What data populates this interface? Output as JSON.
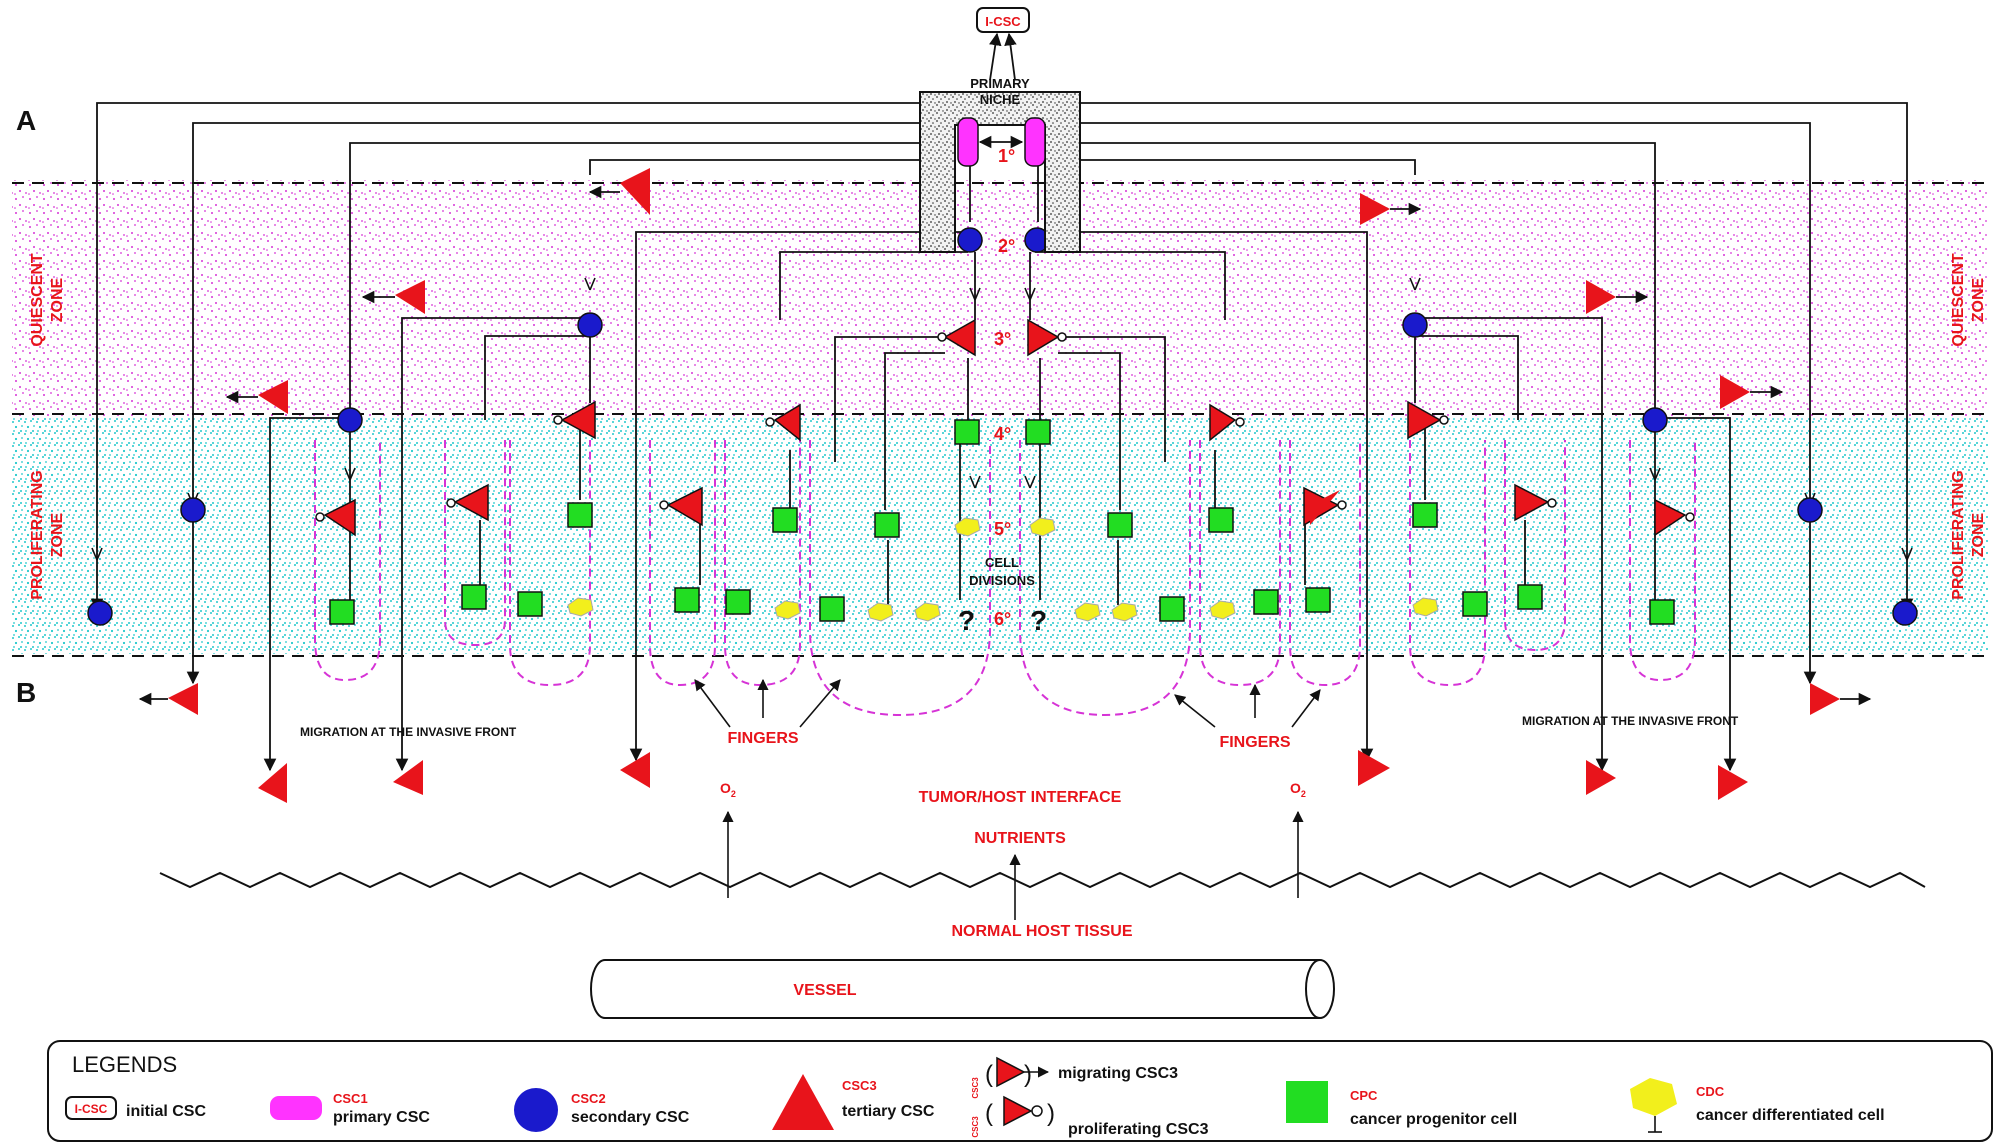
{
  "panel_labels": {
    "a": "A",
    "b": "B"
  },
  "initial_csc_box": "I-CSC",
  "niche": {
    "line1": "PRIMARY",
    "line2": "NICHE"
  },
  "levels": [
    "1°",
    "2°",
    "3°",
    "4°",
    "5°",
    "6°"
  ],
  "zones": {
    "quiescent_left_1": "QUIESCENT",
    "quiescent_left_2": "ZONE",
    "quiescent_right_1": "QUIESCENT",
    "quiescent_right_2": "ZONE",
    "proliferating_left_1": "PROLIFERATING",
    "proliferating_left_2": "ZONE",
    "proliferating_right_1": "PROLIFERATING",
    "proliferating_right_2": "ZONE"
  },
  "cell_divisions": {
    "line1": "CELL",
    "line2": "DIVISIONS"
  },
  "question_mark": "?",
  "fingers_left": "FINGERS",
  "fingers_right": "FINGERS",
  "migration_left": "MIGRATION  AT  THE  INVASIVE  FRONT",
  "migration_right": "MIGRATION  AT  THE  INVASIVE  FRONT",
  "o2_left": "O",
  "o2_right": "O",
  "o2_sub": "2",
  "tumor_host_interface": "TUMOR/HOST INTERFACE",
  "nutrients": "NUTRIENTS",
  "normal_host_tissue": "NORMAL  HOST  TISSUE",
  "vessel": "VESSEL",
  "legend": {
    "title": "LEGENDS",
    "initial_box": "I-CSC",
    "initial_desc": "initial  CSC",
    "csc1_name": "CSC1",
    "csc1_desc": "primary  CSC",
    "csc2_name": "CSC2",
    "csc2_desc": "secondary  CSC",
    "csc3_name": "CSC3",
    "csc3_desc": "tertiary  CSC",
    "csc3_small": "CSC3",
    "migrating": "migrating  CSC3",
    "proliferating": "proliferating  CSC3",
    "cpc_name": "CPC",
    "cpc_desc": "cancer  progenitor  cell",
    "cdc_name": "CDC",
    "cdc_desc": "cancer  differentiated  cell"
  },
  "colors": {
    "text_red": "#e8141b",
    "csc1_magenta": "#ff33ff",
    "csc2_blue": "#1a1acc",
    "csc3_red": "#e8141b",
    "cpc_green": "#22dd22",
    "cdc_yellow": "#f2ef1c",
    "quiescent_dots": "#d633d6",
    "proliferating_dots": "#22c8cc",
    "finger_outline": "#d633d6"
  }
}
